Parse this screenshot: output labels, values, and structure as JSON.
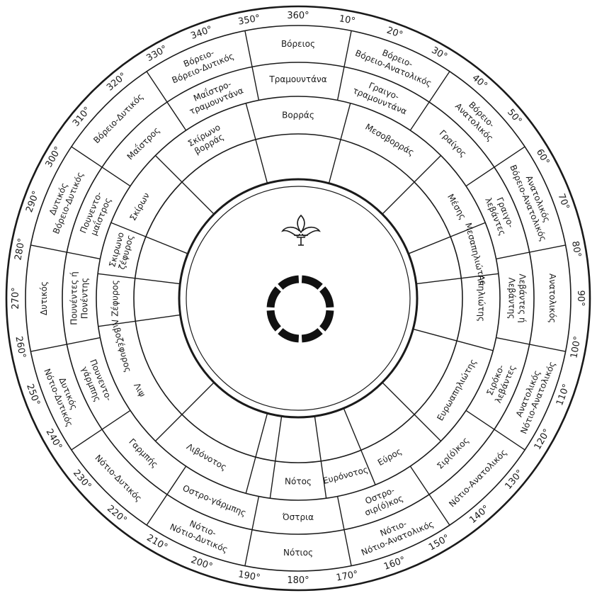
{
  "colors": {
    "ink": "#1a1a1a",
    "paper": "#ffffff"
  },
  "degree_labels": [
    "360°",
    "10°",
    "20°",
    "30°",
    "40°",
    "50°",
    "60°",
    "70°",
    "80°",
    "90°",
    "100°",
    "110°",
    "120°",
    "130°",
    "140°",
    "150°",
    "160°",
    "170°",
    "180°",
    "190°",
    "200°",
    "210°",
    "220°",
    "230°",
    "240°",
    "250°",
    "260°",
    "270°",
    "280°",
    "290°",
    "300°",
    "310°",
    "320°",
    "330°",
    "340°",
    "350°"
  ],
  "outer_ring": [
    {
      "bearing": 0,
      "lines": [
        "Βόρειος"
      ]
    },
    {
      "bearing": 22.5,
      "lines": [
        "Βόρειο-",
        "Βόρειο-Ανατολικός"
      ]
    },
    {
      "bearing": 45,
      "lines": [
        "Βόρειο-",
        "Ανατολικός"
      ]
    },
    {
      "bearing": 67.5,
      "lines": [
        "Ανατολικός",
        "Βόρειο-Ανατολικός"
      ]
    },
    {
      "bearing": 90,
      "lines": [
        "Ανατολικός"
      ]
    },
    {
      "bearing": 112.5,
      "lines": [
        "Ανατολικός",
        "Νότιο-Ανατολικός"
      ]
    },
    {
      "bearing": 135,
      "lines": [
        "Νότιο-Ανατολικός"
      ]
    },
    {
      "bearing": 157.5,
      "lines": [
        "Νότιο-",
        "Νότιο-Ανατολικός"
      ]
    },
    {
      "bearing": 180,
      "lines": [
        "Νότιος"
      ]
    },
    {
      "bearing": 202.5,
      "lines": [
        "Νότιο-",
        "Νότιο-Δυτικός"
      ]
    },
    {
      "bearing": 225,
      "lines": [
        "Νότιο-Δυτικός"
      ]
    },
    {
      "bearing": 247.5,
      "lines": [
        "Δυτικός",
        "Νότιο-Δυτικός"
      ]
    },
    {
      "bearing": 270,
      "lines": [
        "Δυτικός"
      ]
    },
    {
      "bearing": 292.5,
      "lines": [
        "Δυτικός",
        "Βόρειο-Δυτικός"
      ]
    },
    {
      "bearing": 315,
      "lines": [
        "Βόρειο-Δυτικός"
      ]
    },
    {
      "bearing": 337.5,
      "lines": [
        "Βόρειο-",
        "Βόρειο-Δυτικός"
      ]
    }
  ],
  "middle_ring": [
    {
      "bearing": 0,
      "lines": [
        "Τραμουντάνα"
      ]
    },
    {
      "bearing": 22.5,
      "lines": [
        "Γραιγο-",
        "τραμουντάνα"
      ]
    },
    {
      "bearing": 45,
      "lines": [
        "Γραίγος"
      ]
    },
    {
      "bearing": 67.5,
      "lines": [
        "Γραιγο-",
        "λεβάντες"
      ]
    },
    {
      "bearing": 90,
      "lines": [
        "Λεβάντες ή",
        "Λεβάντης"
      ]
    },
    {
      "bearing": 112.5,
      "lines": [
        "Σιρόκο-",
        "λεβάντες"
      ]
    },
    {
      "bearing": 135,
      "lines": [
        "Σιρ(ό)κος"
      ]
    },
    {
      "bearing": 157.5,
      "lines": [
        "Οστρο-",
        "σιρ(ό)κος"
      ]
    },
    {
      "bearing": 180,
      "lines": [
        "Όστρια"
      ]
    },
    {
      "bearing": 202.5,
      "lines": [
        "Οστρο-γάρμπης"
      ]
    },
    {
      "bearing": 225,
      "lines": [
        "Γαρμπής"
      ]
    },
    {
      "bearing": 247.5,
      "lines": [
        "Πουνεντο-",
        "γάρμπης"
      ]
    },
    {
      "bearing": 270,
      "lines": [
        "Πουνέντες ή",
        "Πονέντης"
      ]
    },
    {
      "bearing": 292.5,
      "lines": [
        "Πουνεντο-",
        "μαΐστρος"
      ]
    },
    {
      "bearing": 315,
      "lines": [
        "Μαΐστρος"
      ]
    },
    {
      "bearing": 337.5,
      "lines": [
        "Μαΐστρο-",
        "τραμουντάνα"
      ]
    }
  ],
  "inner_ring": [
    {
      "bearing": 0,
      "lines": [
        "Βορράς"
      ]
    },
    {
      "bearing": 30,
      "lines": [
        "Μεσοβορράς"
      ]
    },
    {
      "bearing": 60,
      "lines": [
        "Μέσης"
      ]
    },
    {
      "bearing": 90,
      "lines": [
        "Απηλιώτης"
      ]
    },
    {
      "bearing": 120,
      "lines": [
        "Ευρωαπηλιώτης"
      ]
    },
    {
      "bearing": 150,
      "lines": [
        "Εύρος"
      ]
    },
    {
      "bearing": 165,
      "lines": [
        "Ευρόνοτος"
      ]
    },
    {
      "bearing": 180,
      "lines": [
        "Νότος"
      ]
    },
    {
      "bearing": 210,
      "lines": [
        "Λιβόνοτος"
      ]
    },
    {
      "bearing": 240,
      "lines": [
        "Λιψ"
      ]
    },
    {
      "bearing": 270,
      "lines": [
        "Ζέφυρος"
      ]
    },
    {
      "bearing": 300,
      "lines": [
        "Σκίρων"
      ]
    },
    {
      "bearing": 330,
      "lines": [
        "Σκίρωνο",
        "βορράς"
      ]
    },
    {
      "bearing": 76,
      "lines": [
        "Μεσαπηλιώτης"
      ]
    },
    {
      "bearing": 255,
      "lines": [
        "Λιβοζέφυρος"
      ]
    },
    {
      "bearing": 285,
      "lines": [
        "Σκιρωνο",
        "ζέφυρος"
      ]
    }
  ],
  "center_symbols": [
    "fleur-de-lis-icon",
    "compass-ring-icon"
  ]
}
